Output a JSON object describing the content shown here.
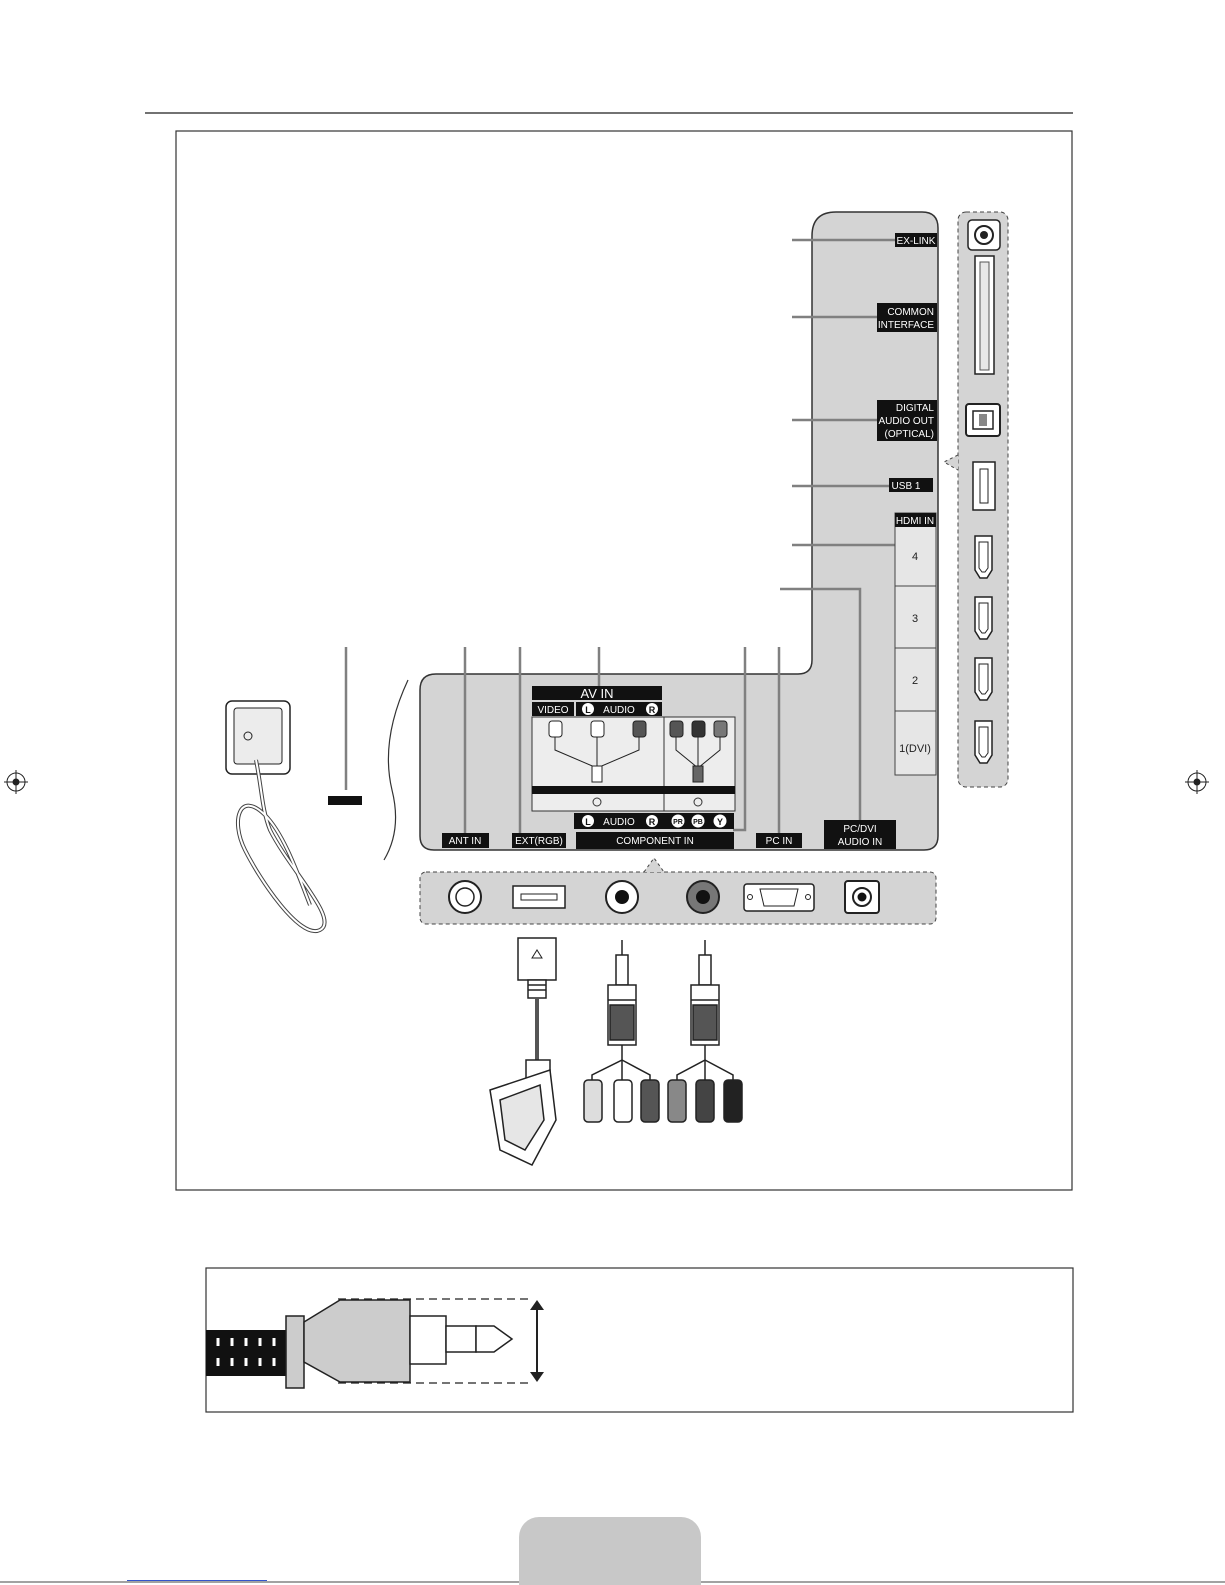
{
  "labels": {
    "ex_link": "EX-LINK",
    "common_interface": [
      "COMMON",
      "INTERFACE"
    ],
    "digital_audio_out": [
      "DIGITAL",
      "AUDIO OUT",
      "(OPTICAL)"
    ],
    "usb": "USB 1",
    "hdmi_in": "HDMI IN",
    "hdmi_ports": [
      "4",
      "3",
      "2",
      "1(DVI)"
    ],
    "av_in": "AV IN",
    "video": "VIDEO",
    "audio_lr": [
      "L",
      "AUDIO",
      "R"
    ],
    "component_audio": [
      "L",
      "AUDIO",
      "R"
    ],
    "component_video": [
      "PR",
      "PB",
      "Y"
    ],
    "ant_in": "ANT IN",
    "ext_rgb": "EXT(RGB)",
    "component_in": "COMPONENT IN",
    "pc_in": "PC IN",
    "pc_dvi_audio_in": [
      "PC/DVI",
      "AUDIO IN"
    ]
  },
  "colors": {
    "panel": "#d4d4d4",
    "label_bg": "#111111",
    "outline": "#333333",
    "callout_line": "#808080",
    "page_tab": "#c8c8c8"
  },
  "icons": [
    "antenna-port-icon",
    "scart-port-icon",
    "headphone-jack-icon",
    "vga-port-icon",
    "optical-port-icon",
    "usb-port-icon",
    "hdmi-port-icon",
    "scart-cable-icon",
    "rca-cable-icon",
    "power-cord-icon",
    "plug-dimension-icon",
    "crosshair-mark-icon"
  ]
}
